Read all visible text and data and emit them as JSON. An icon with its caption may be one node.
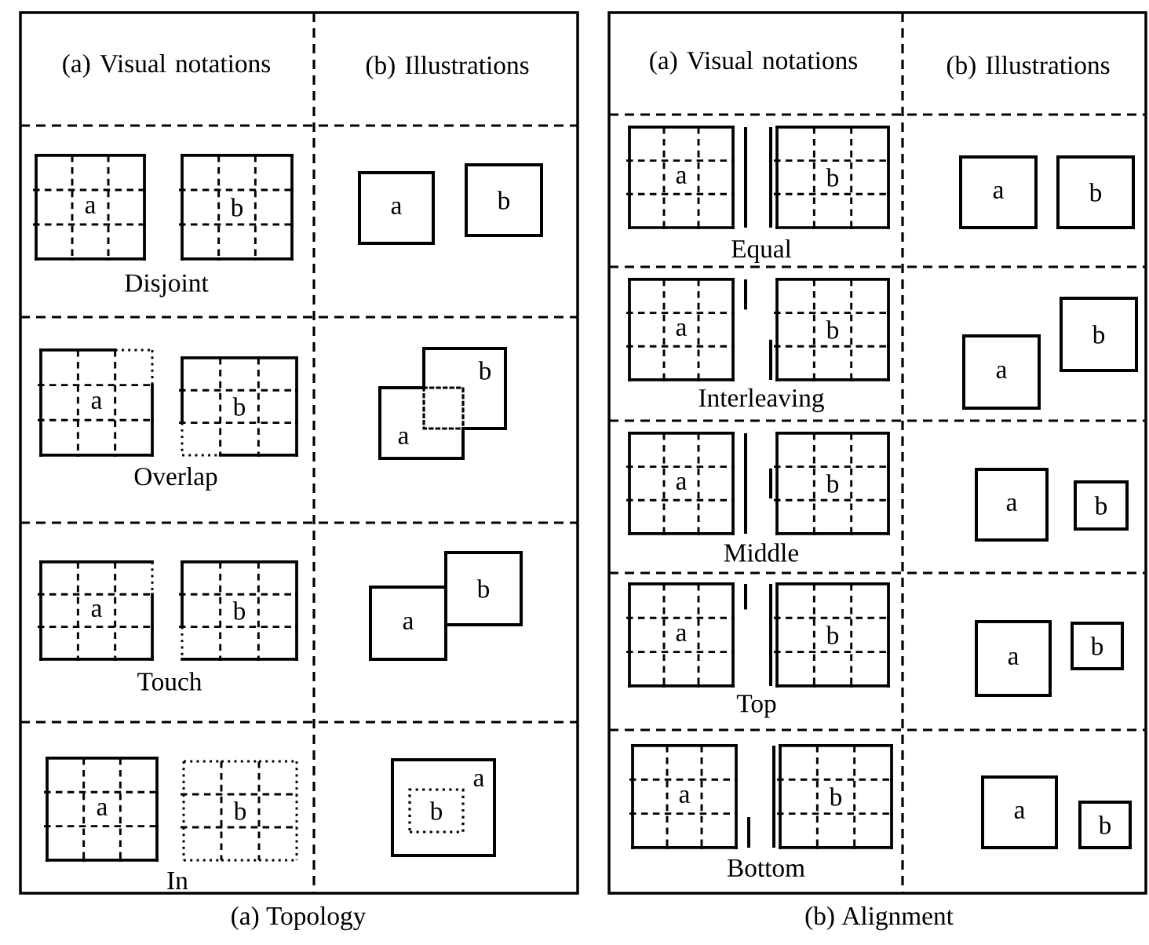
{
  "diagram": {
    "nodes": [
      {
        "text": [
          "a"
        ]
      },
      {
        "text": [
          "b"
        ]
      },
      {
        "text": [
          "a"
        ]
      },
      {
        "text": [
          "b"
        ]
      },
      {
        "text": [
          "a"
        ]
      },
      {
        "text": [
          "b"
        ]
      },
      {
        "text": [
          "a"
        ]
      },
      {
        "text": [
          "b"
        ]
      },
      {
        "text": [
          "a"
        ]
      },
      {
        "text": [
          "b"
        ]
      },
      {
        "text": [
          "a"
        ]
      },
      {
        "text": [
          "b"
        ]
      },
      {
        "text": [
          "a"
        ]
      },
      {
        "text": [
          "b"
        ]
      },
      {
        "text": [
          "a"
        ]
      },
      {
        "text": [
          "b"
        ],
        "in": 14
      },
      {
        "text": [
          "a"
        ]
      },
      {
        "text": [
          "b"
        ]
      },
      {
        "text": [
          "a"
        ]
      },
      {
        "text": [
          "b"
        ]
      },
      {
        "text": [
          "a"
        ]
      },
      {
        "text": [
          "b"
        ]
      },
      {
        "text": [
          "a"
        ]
      },
      {
        "text": [
          "b"
        ]
      },
      {
        "text": [
          "a"
        ]
      },
      {
        "text": [
          "b"
        ]
      },
      {
        "text": [
          "a"
        ]
      },
      {
        "text": [
          "b"
        ]
      },
      {
        "text": [
          "a"
        ]
      },
      {
        "text": [
          "b"
        ]
      },
      {
        "text": [
          "a"
        ]
      },
      {
        "text": [
          "b"
        ]
      },
      {
        "text": [
          "a"
        ]
      },
      {
        "text": [
          "b"
        ]
      },
      {
        "text": [
          "a"
        ]
      },
      {
        "text": [
          "b"
        ]
      }
    ],
    "labels": [
      "(a) Visual notations",
      "(b) Illustrations",
      "Disjoint",
      "Overlap",
      "Touch",
      "In",
      "(a) Topology",
      "(a) Visual notations",
      "(b) Illustrations",
      "Equal",
      "Interleaving",
      "Middle",
      "Top",
      "Bottom",
      "(b) Alignment"
    ]
  }
}
